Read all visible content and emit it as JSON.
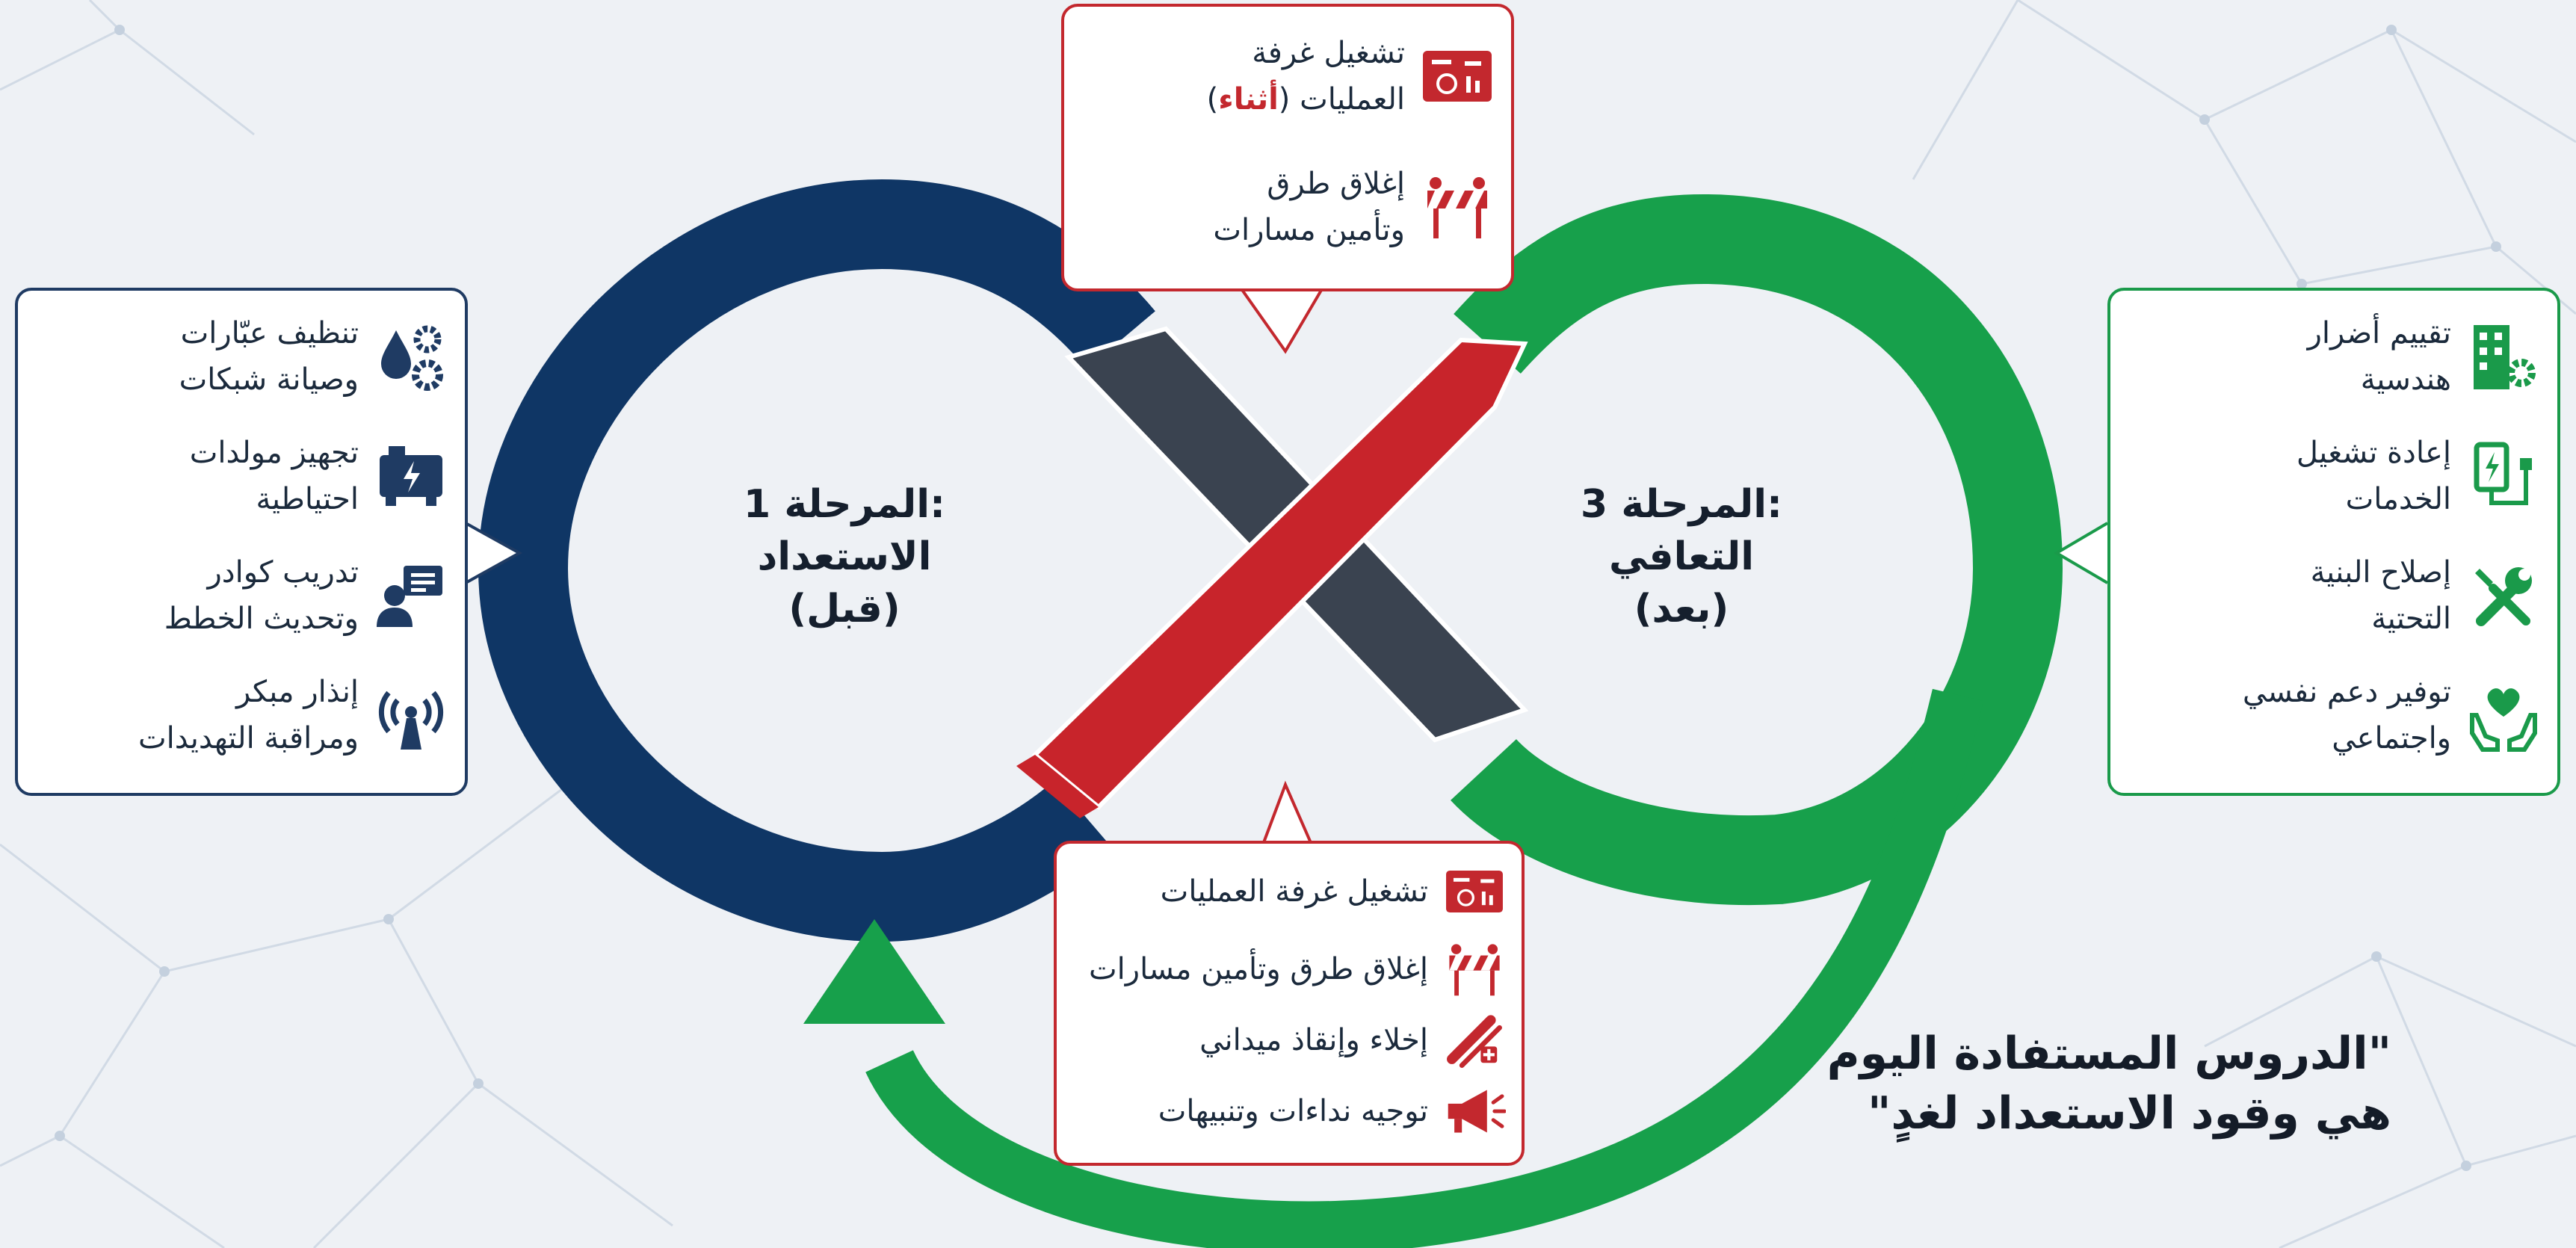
{
  "colors": {
    "navy": "#0f3665",
    "dark_gray": "#3a4350",
    "red": "#c8242b",
    "green": "#17a04b",
    "background": "#eef1f5"
  },
  "phase1": {
    "line1": "المرحلة 1:",
    "line2": "الاستعداد",
    "line3": "(قبل)"
  },
  "phase3": {
    "line1": "المرحلة 3:",
    "line2": "التعافي",
    "line3": "(بعد)"
  },
  "left_panel": {
    "items": [
      {
        "icon": "drop-gears-icon",
        "line1": "تنظيف عبّارات",
        "line2": "وصيانة شبكات"
      },
      {
        "icon": "generator-icon",
        "line1": "تجهيز مولدات",
        "line2": "احتياطية"
      },
      {
        "icon": "trainer-icon",
        "line1": "تدريب كوادر",
        "line2": "وتحديث الخطط"
      },
      {
        "icon": "antenna-icon",
        "line1": "إنذار مبكر",
        "line2": "ومراقبة التهديدات"
      }
    ]
  },
  "right_panel": {
    "items": [
      {
        "icon": "building-gear-icon",
        "line1": "تقييم أضرار",
        "line2": "هندسية"
      },
      {
        "icon": "power-restore-icon",
        "line1": "إعادة تشغيل",
        "line2": "الخدمات"
      },
      {
        "icon": "wrench-screwdriver-icon",
        "line1": "إصلاح البنية",
        "line2": "التحتية"
      },
      {
        "icon": "heart-hands-icon",
        "line1": "توفير دعم نفسي",
        "line2": "واجتماعي"
      }
    ]
  },
  "top_panel": {
    "item1_line1": "تشغيل غرفة",
    "item1_line2_pre": "العمليات (",
    "item1_line2_accent": "أثناء",
    "item1_line2_post": ")",
    "item1_icon": "control-room-icon",
    "item2_line1": "إغلاق طرق",
    "item2_line2": "وتأمين مسارات",
    "item2_icon": "barrier-icon"
  },
  "bottom_panel": {
    "items": [
      {
        "icon": "control-room-icon",
        "text": "تشغيل غرفة العمليات"
      },
      {
        "icon": "barrier-icon",
        "text": "إغلاق طرق وتأمين مسارات"
      },
      {
        "icon": "rescue-icon",
        "text": "إخلاء وإنقاذ ميداني"
      },
      {
        "icon": "megaphone-icon",
        "text": "توجيه نداءات وتنبيهات"
      }
    ]
  },
  "quote": {
    "line1": "\"الدروس المستفادة اليوم",
    "line2": "هي وقود الاستعداد لغدٍ\""
  }
}
